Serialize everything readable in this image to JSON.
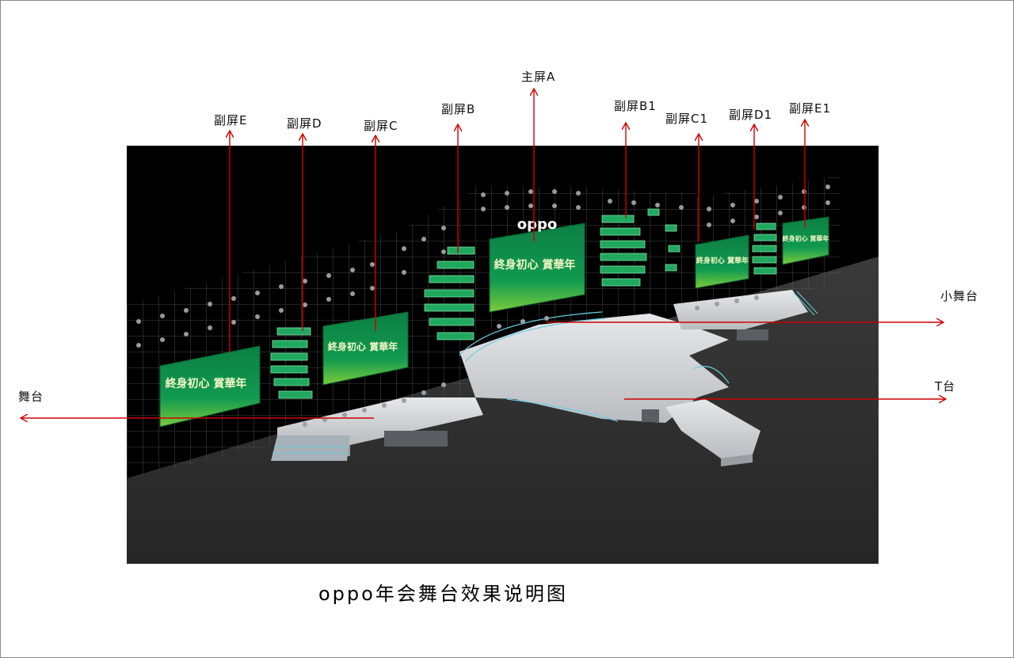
{
  "caption": "oppo年会舞台效果说明图",
  "brand_logo": "oppo",
  "screen_slogan": "終身初心 賞華年",
  "colors": {
    "arrow": "#d00000",
    "backdrop": "#000000",
    "floor": "#2e2e2e",
    "stage": "#d6d8da",
    "screen_green": "#0e8a4a",
    "screen_light": "#8cd24a"
  },
  "labels": {
    "main_a": "主屏A",
    "sub_b": "副屏B",
    "sub_b1": "副屏B1",
    "sub_c": "副屏C",
    "sub_c1": "副屏C1",
    "sub_d": "副屏D",
    "sub_d1": "副屏D1",
    "sub_e": "副屏E",
    "sub_e1": "副屏E1",
    "stage": "舞台",
    "small_stage": "小舞台",
    "t_stage": "T台"
  }
}
